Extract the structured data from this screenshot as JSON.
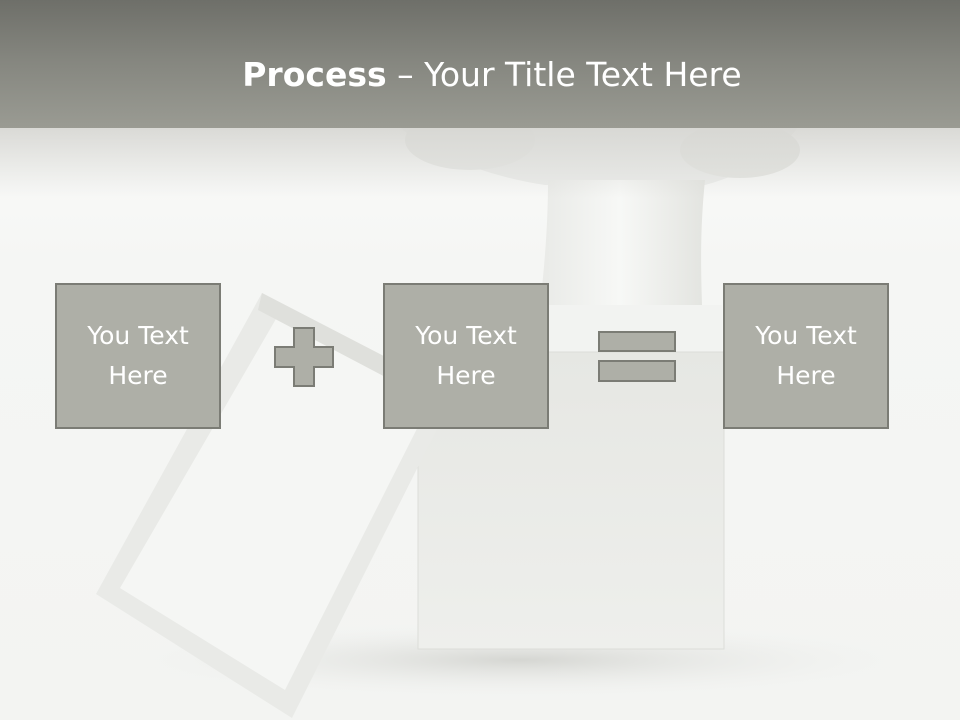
{
  "title": {
    "bold": "Process",
    "rest": " – Your Title Text Here"
  },
  "process": {
    "box1": {
      "line1": "You Text",
      "line2": "Here"
    },
    "box2": {
      "line1": "You Text",
      "line2": "Here"
    },
    "box3": {
      "line1": "You Text",
      "line2": "Here"
    },
    "operator1": "plus-icon",
    "operator2": "equals-icon"
  },
  "colors": {
    "header": "#85867f",
    "box_fill": "#aeafa7",
    "box_border": "#7b7c75",
    "text": "#ffffff"
  }
}
